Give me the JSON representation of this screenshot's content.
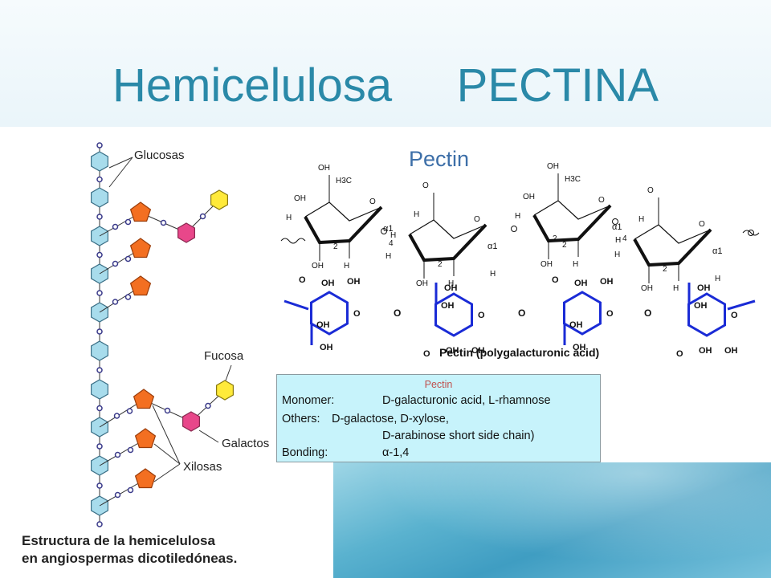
{
  "slide": {
    "title": "Hemicelulosa     PECTINA"
  },
  "hemicellulose_diagram": {
    "labels": {
      "glucosas": "Glucosas",
      "fucosa": "Fucosa",
      "galactosa": "Galactos",
      "xilosas": "Xilosas"
    },
    "caption_line1": "Estructura de la hemicelulosa",
    "caption_line2": "en angiospermas dicotiledóneas.",
    "colors": {
      "glucose": "#a8dcec",
      "xylose": "#f36f21",
      "galactose": "#e8478a",
      "fucose": "#ffea3a"
    }
  },
  "pectin_structure": {
    "heading": "Pectin",
    "ring_labels": {
      "oh": "OH",
      "h": "H",
      "o": "O",
      "h3c": "H3C",
      "alpha1": "α1",
      "c2": "2",
      "c4": "4"
    },
    "chain_caption": "Pectin (polygalacturonic acid)"
  },
  "pectin_table": {
    "header": "Pectin",
    "monomer_label": "Monomer:",
    "monomer_value": "D-galacturonic acid, L-rhamnose",
    "others_label": "Others:",
    "others_value_1": "D-galactose, D-xylose,",
    "others_value_2": "D-arabinose short side chain)",
    "bonding_label": "Bonding:",
    "bonding_value": "α-1,4"
  }
}
